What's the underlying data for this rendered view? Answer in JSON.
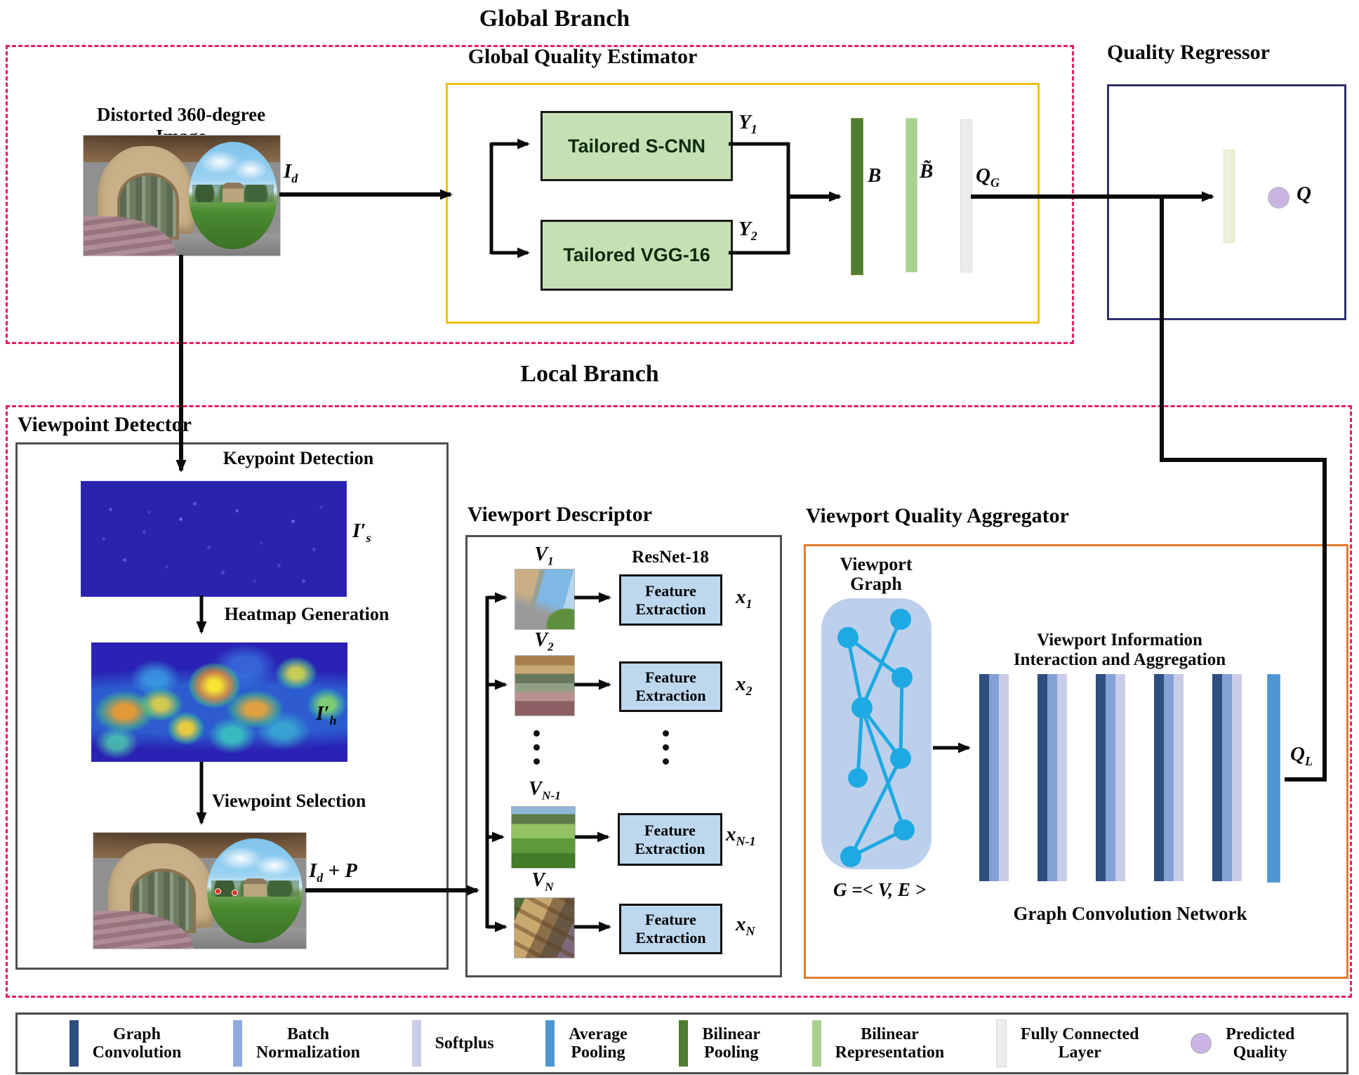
{
  "global": {
    "title": "Global Branch",
    "input_label": "Distorted 360-degree Image",
    "id": {
      "base": "I",
      "sub": "d"
    },
    "estimator": {
      "title": "Global Quality Estimator",
      "scnn": "Tailored S-CNN",
      "vgg": "Tailored VGG-16",
      "y1": {
        "base": "Y",
        "sub": "1"
      },
      "y2": {
        "base": "Y",
        "sub": "2"
      },
      "b": "B",
      "b_tilde": "B̃",
      "qg": {
        "base": "Q",
        "sub": "G"
      }
    },
    "regressor": {
      "title": "Quality Regressor",
      "q": "Q"
    }
  },
  "local": {
    "title": "Local Branch",
    "detector": {
      "title": "Viewpoint Detector",
      "step1": "Keypoint Detection",
      "is": {
        "base": "I′",
        "sub": "s"
      },
      "step2": "Heatmap Generation",
      "ih": {
        "base": "I′",
        "sub": "h"
      },
      "step3": "Viewpoint Selection",
      "idp": {
        "base": "I",
        "sub": "d",
        "rest": " + P"
      }
    },
    "descriptor": {
      "title": "Viewport Descriptor",
      "resnet": "ResNet-18",
      "fe": "Feature Extraction",
      "rows": [
        {
          "v_base": "V",
          "v_sub": "1",
          "x_base": "x",
          "x_sub": "1"
        },
        {
          "v_base": "V",
          "v_sub": "2",
          "x_base": "x",
          "x_sub": "2"
        },
        {
          "v_base": "V",
          "v_sub": "N-1",
          "x_base": "x",
          "x_sub": "N-1"
        },
        {
          "v_base": "V",
          "v_sub": "N",
          "x_base": "x",
          "x_sub": "N"
        }
      ]
    },
    "aggregator": {
      "title": "Viewport Quality Aggregator",
      "graph_label": "Viewport\nGraph",
      "g_eq": "G =< V, E >",
      "info_label": "Viewport Information\nInteraction and Aggregation",
      "gcn_label": "Graph Convolution Network",
      "ql": {
        "base": "Q",
        "sub": "L"
      }
    }
  },
  "legend": {
    "items": [
      {
        "label": "Graph\nConvolution",
        "color": "#2e4d80",
        "shape": "bar"
      },
      {
        "label": "Batch\nNormalization",
        "color": "#8faadc",
        "shape": "bar"
      },
      {
        "label": "Softplus",
        "color": "#c9cde8",
        "shape": "bar"
      },
      {
        "label": "Average\nPooling",
        "color": "#4d96d2",
        "shape": "bar"
      },
      {
        "label": "Bilinear\nPooling",
        "color": "#4e7c31",
        "shape": "bar"
      },
      {
        "label": "Bilinear\nRepresentation",
        "color": "#a9d18e",
        "shape": "bar"
      },
      {
        "label": "Fully Connected\nLayer",
        "color": "#ededed",
        "shape": "bar"
      },
      {
        "label": "Predicted\nQuality",
        "color": "#c9b4e4",
        "shape": "circle"
      }
    ]
  },
  "colors": {
    "branch_border": "#ed1a67",
    "estimator_border": "#efc011",
    "aggregator_border": "#e07b28",
    "regressor_border": "#30306e",
    "box_border_gray": "#4f4f4f",
    "cnn_box_fill": "#c6e0b4",
    "fe_box_fill": "#bdd7ee",
    "bilinear_bar": "#4e7c31",
    "bilinear_repr_bar": "#a9d18e",
    "fc_bar": "#ededed",
    "graph_node": "#1fa9e2",
    "graph_bg": "#bcd0ec",
    "predicted_quality": "#c9b4e4"
  }
}
